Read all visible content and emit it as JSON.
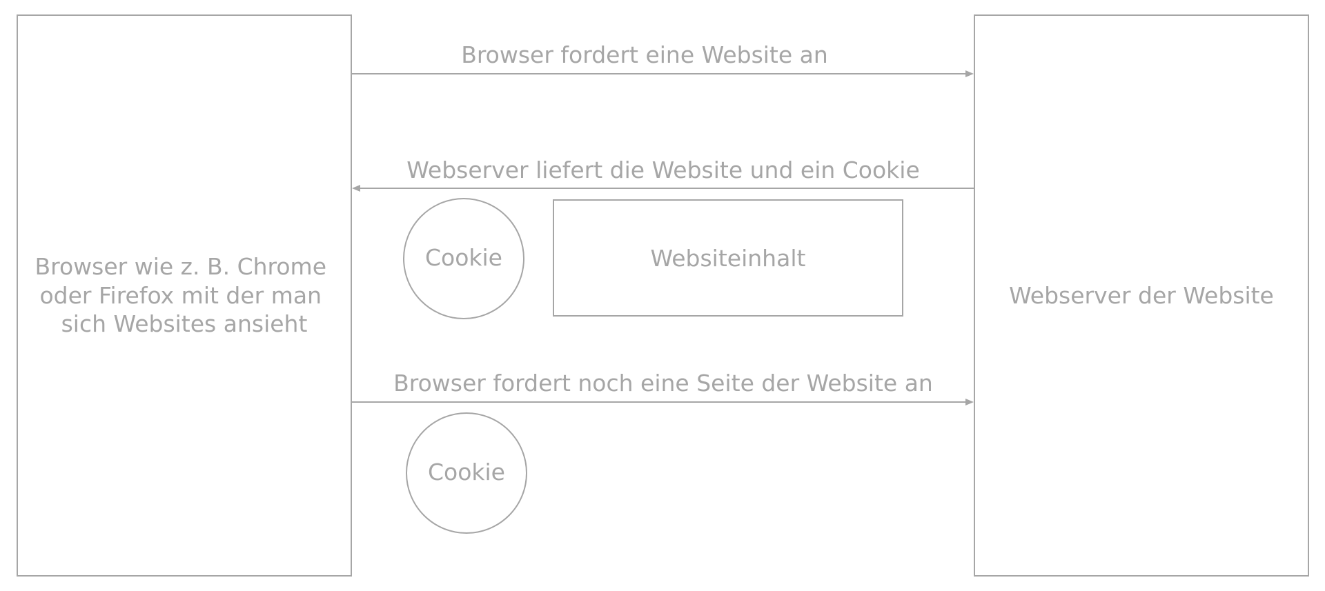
{
  "diagram": {
    "colors": {
      "stroke": "#a6a6a6",
      "text": "#a6a6a6",
      "background": "#ffffff"
    },
    "browser": {
      "lines": [
        "Browser wie z. B. Chrome",
        "oder Firefox mit der man",
        "sich Websites ansieht"
      ]
    },
    "server": {
      "label": "Webserver der Website"
    },
    "arrows": {
      "request_1": "Browser fordert eine Website an",
      "response": "Webserver liefert die Website und ein Cookie",
      "request_2": "Browser fordert noch eine Seite der Website an"
    },
    "cookie_1": {
      "label": "Cookie"
    },
    "content": {
      "label": "Websiteinhalt"
    },
    "cookie_2": {
      "label": "Cookie"
    }
  }
}
